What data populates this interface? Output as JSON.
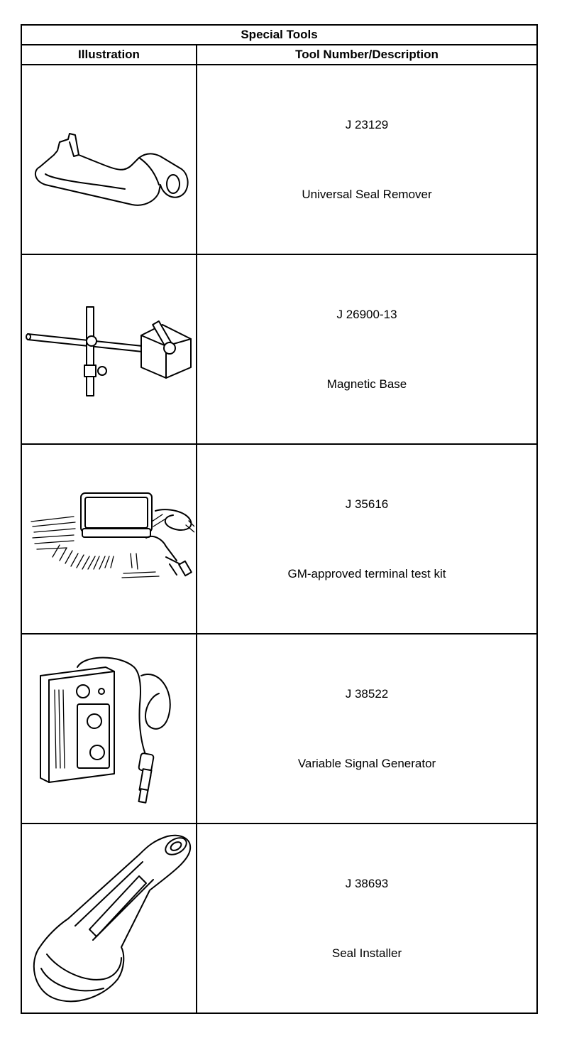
{
  "table": {
    "title": "Special Tools",
    "headers": {
      "illustration": "Illustration",
      "description": "Tool Number/Description"
    },
    "rows": [
      {
        "number": "J 23129",
        "description": "Universal Seal Remover",
        "icon": "universal-seal-remover-illustration"
      },
      {
        "number": "J 26900-13",
        "description": "Magnetic Base",
        "icon": "magnetic-base-illustration"
      },
      {
        "number": "J 35616",
        "description": "GM-approved terminal test kit",
        "icon": "terminal-test-kit-illustration"
      },
      {
        "number": "J 38522",
        "description": "Variable Signal Generator",
        "icon": "variable-signal-generator-illustration"
      },
      {
        "number": "J 38693",
        "description": "Seal Installer",
        "icon": "seal-installer-illustration"
      }
    ]
  }
}
